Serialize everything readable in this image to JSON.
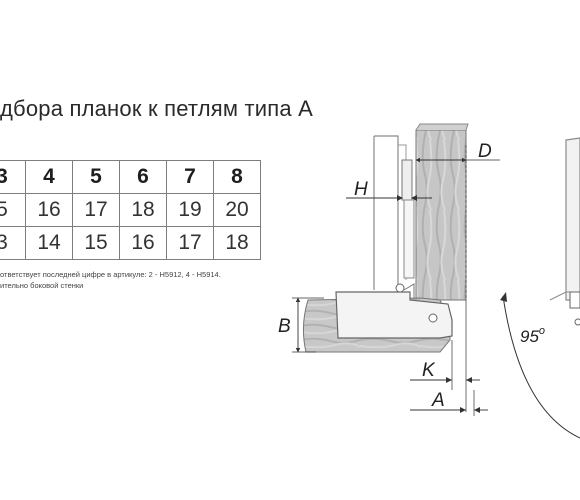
{
  "title": "дбора планок к петлям типа А",
  "table": {
    "header": [
      "3",
      "4",
      "5",
      "6",
      "7",
      "8"
    ],
    "rows": [
      [
        "5",
        "16",
        "17",
        "18",
        "19",
        "20"
      ],
      [
        "3",
        "14",
        "15",
        "16",
        "17",
        "18"
      ]
    ]
  },
  "notes": [
    "ответствует последней цифре в артикуле: 2 - H5912, 4 - H5914.",
    "ительно боковой стенки"
  ],
  "diagram": {
    "labels": {
      "D": "D",
      "H": "H",
      "B": "B",
      "K": "K",
      "A": "A"
    },
    "angle_value": "95",
    "angle_unit": "o"
  }
}
